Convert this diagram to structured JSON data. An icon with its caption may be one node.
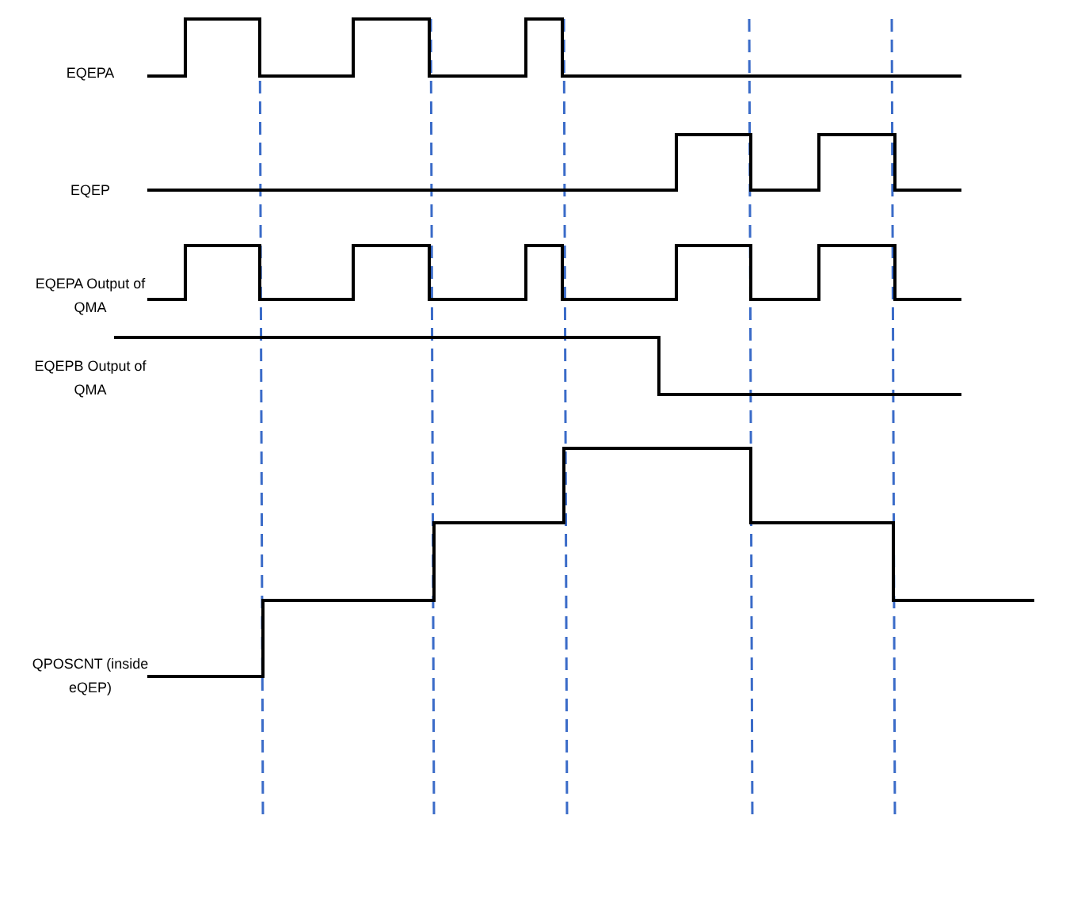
{
  "diagram": {
    "labels": [
      "EQEPA",
      "EQEP",
      "EQEPA Output of QMA",
      "EQEPB Output of QMA",
      "QPOSCNT (inside eQEP)"
    ]
  }
}
